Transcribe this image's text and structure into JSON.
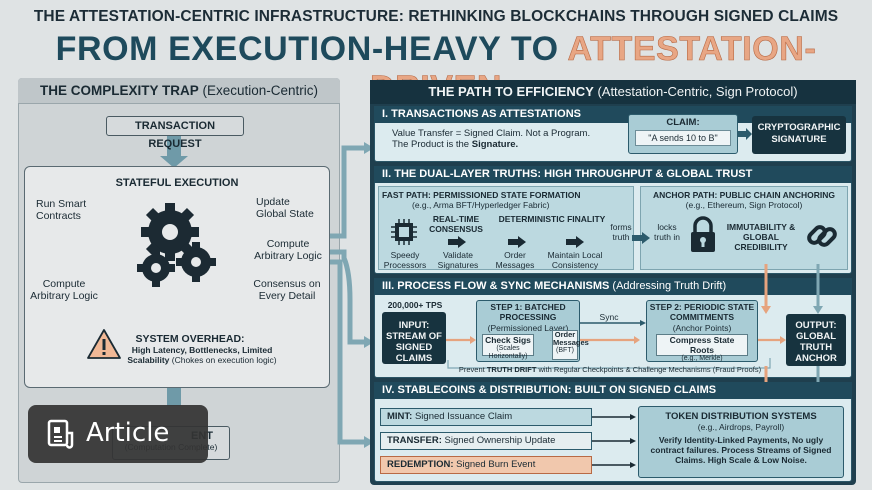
{
  "header": {
    "supertitle": "THE ATTESTATION-CENTRIC INFRASTRUCTURE: RETHINKING BLOCKCHAINS THROUGH SIGNED CLAIMS",
    "title_part1": "FROM EXECUTION-HEAVY TO ",
    "title_part2": "ATTESTATION-DRIVEN"
  },
  "left": {
    "title_bold": "THE COMPLEXITY TRAP",
    "title_rest": " (Execution-Centric)",
    "tx_request": "TRANSACTION REQUEST",
    "stateful": "STATEFUL EXECUTION",
    "labels": {
      "run_smart": "Run Smart Contracts",
      "update_global": "Update Global State",
      "compute_right": "Compute Arbitrary Logic",
      "compute_left": "Compute Arbitrary Logic",
      "consensus": "Consensus on Every Detail"
    },
    "overhead_title": "SYSTEM OVERHEAD:",
    "overhead_detail": "High Latency, Bottlenecks, Limited Scalability",
    "overhead_note": " (Chokes on execution logic)",
    "final_box_suffix": "ENT",
    "final_box_sub": "(Computation Complete)"
  },
  "right": {
    "title_bold": "THE PATH TO EFFICIENCY",
    "title_rest": " (Attestation-Centric, Sign Protocol)",
    "s1": {
      "head": "I. TRANSACTIONS AS ATTESTATIONS",
      "text1": "Value Transfer = Signed Claim. Not a Program.",
      "text2": "The Product is the ",
      "text2b": "Signature.",
      "claim_label": "CLAIM:",
      "claim_value": "\"A sends 10 to B\"",
      "crypto": "CRYPTOGRAPHIC SIGNATURE"
    },
    "s2": {
      "head": "II. THE DUAL-LAYER TRUTHS: HIGH THROUGHPUT & GLOBAL TRUST",
      "fast_title": "FAST PATH: PERMISSIONED STATE FORMATION",
      "fast_sub": "(e.g., Arma BFT/Hyperledger Fabric)",
      "realtime": "REAL-TIME CONSENSUS",
      "determinism": "DETERMINISTIC FINALITY",
      "speedy": "Speedy Processors",
      "validate": "Validate Signatures",
      "order": "Order Messages",
      "maintain": "Maintain Local Consistency",
      "forms": "forms truth",
      "locks": "locks truth in",
      "anchor_title": "ANCHOR PATH: PUBLIC CHAIN ANCHORING",
      "anchor_sub": "(e.g., Ethereum, Sign Protocol)",
      "immut": "IMMUTABILITY & GLOBAL CREDIBILITY"
    },
    "s3": {
      "head_bold": "III. PROCESS FLOW & SYNC MECHANISMS",
      "head_rest": " (Addressing Truth Drift)",
      "tps": "200,000+ TPS",
      "input": "INPUT: STREAM OF SIGNED CLAIMS",
      "step1": "STEP 1: BATCHED PROCESSING",
      "step1_sub": "(Permissioned Layer)",
      "check": "Check Sigs",
      "check_sub": "(Scales Horizontally)",
      "order": "Order Messages",
      "order_sub": "(BFT)",
      "sync": "Sync",
      "step2": "STEP 2: PERIODIC STATE COMMITMENTS",
      "step2_sub": "(Anchor Points)",
      "compress": "Compress State Roots",
      "compress_sub": "(e.g., Merkle)",
      "output": "OUTPUT: GLOBAL TRUTH ANCHOR",
      "prevent1": "Prevent ",
      "prevent2": "TRUTH DRIFT",
      "prevent3": " with Regular Checkpoints & Challenge Mechanisms (Fraud Proofs)"
    },
    "s4": {
      "head": "IV. STABLECOINS & DISTRIBUTION: BUILT ON SIGNED CLAIMS",
      "mint": "MINT:",
      "mint_rest": " Signed Issuance Claim",
      "transfer": "TRANSFER:",
      "transfer_rest": " Signed Ownership Update",
      "redemption": "REDEMPTION:",
      "redemption_rest": " Signed Burn Event",
      "tds": "TOKEN DISTRIBUTION SYSTEMS",
      "tds_sub": "(e.g., Airdrops, Payroll)",
      "tds_text": "Verify Identity-Linked Payments, No ugly contract failures. Process Streams of Signed Claims. High Scale & Low Noise."
    }
  },
  "overlay": {
    "label": "Article",
    "icon": "article-icon"
  },
  "colors": {
    "dark_teal": "#1f3f4e",
    "accent_orange": "#e8a684",
    "light_teal": "#dcebef"
  }
}
